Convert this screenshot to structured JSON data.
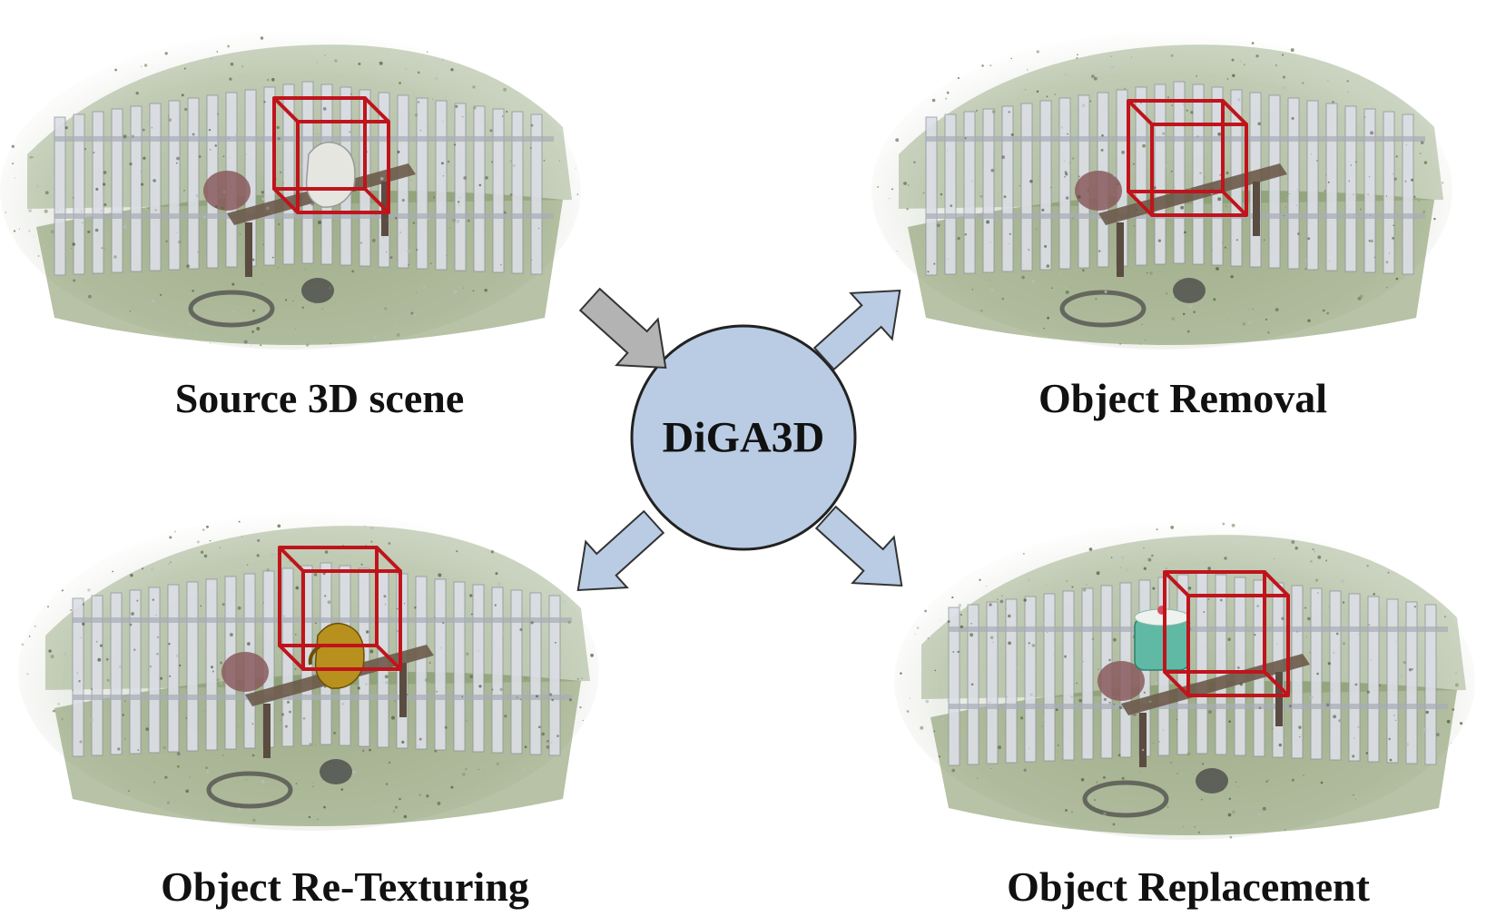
{
  "hub": {
    "label": "DiGA3D",
    "fill": "#b9cce4",
    "stroke": "#222222"
  },
  "panels": [
    {
      "id": "source",
      "caption": "Source 3D scene",
      "object": "vase"
    },
    {
      "id": "removal",
      "caption": "Object Removal",
      "object": "none"
    },
    {
      "id": "retexture",
      "caption": "Object Re-Texturing",
      "object": "gold-vase"
    },
    {
      "id": "replacement",
      "caption": "Object Replacement",
      "object": "cake"
    }
  ],
  "colors": {
    "input_arrow": "#b3b3b3",
    "output_arrow": "#b9cce4",
    "box": "#c0141c",
    "fence": "#dcdfe6",
    "foliage": "#6f8a52",
    "ground": "#7c8f5c"
  },
  "icons": [
    "arrow-in-icon",
    "arrow-out-icon",
    "bounding-cube-icon"
  ]
}
